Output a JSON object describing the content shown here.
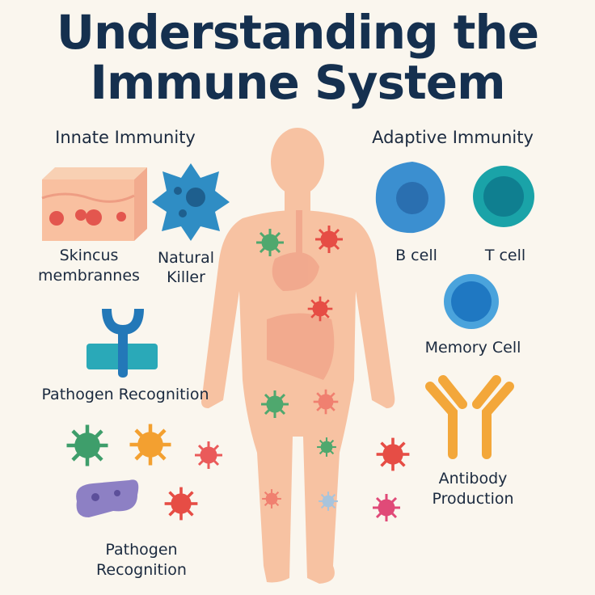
{
  "title": {
    "line1": "Understanding the",
    "line2": "Immune System"
  },
  "innate": {
    "heading": "Innate Immunity",
    "skin_line1": "Skincus",
    "skin_line2": "membrannes",
    "nk_line1": "Natural",
    "nk_line2": "Killer",
    "recognition": "Pathogen Recognition",
    "pathogens_line1": "Pathogen",
    "pathogens_line2": "Recognition"
  },
  "adaptive": {
    "heading": "Adaptive Immunity",
    "b_cell": "B cell",
    "t_cell": "T cell",
    "memory": "Memory Cell",
    "antibody_line1": "Antibody",
    "antibody_line2": "Production"
  },
  "colors": {
    "title": "#15304f",
    "background": "#faf6ee",
    "body": "#f7c2a2",
    "b_cell": "#3b8fd0",
    "t_cell": "#1aa3a8",
    "antibody": "#f3a73a"
  }
}
